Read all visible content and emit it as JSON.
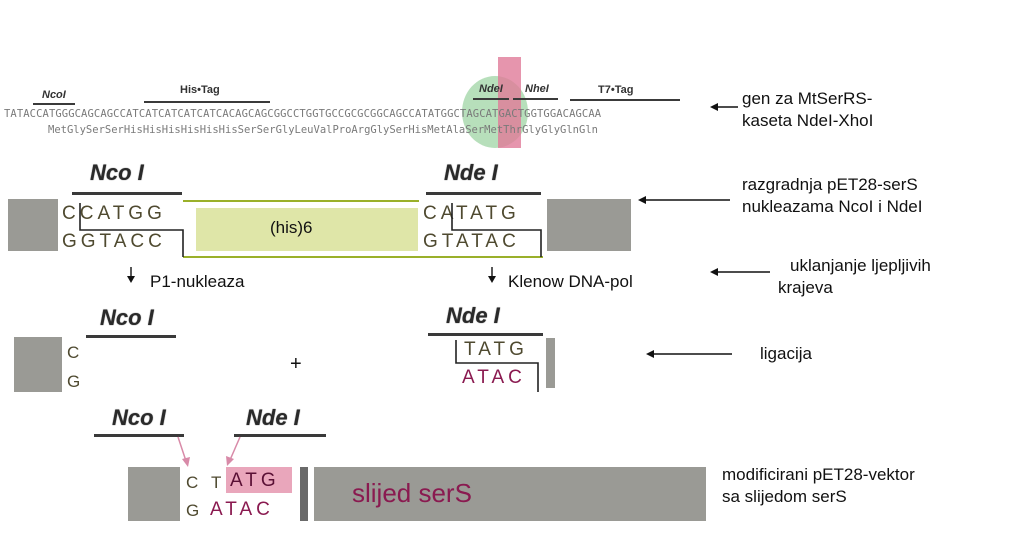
{
  "top_sequence": {
    "tags": {
      "ncoi": "NcoI",
      "histag": "His•Tag",
      "ndei": "NdeI",
      "nhei": "NheI",
      "t7tag": "T7•Tag"
    },
    "dna": "TATACCATGGGCAGCAGCCATCATCATCATCATCACAGCAGCGGCCTGGTGCCGCGCGGCAGCCATATGGCTAGCATGACTGGTGGACAGCAA",
    "protein": "MetGlySerSerHisHisHisHisHisHisSerSerGlyLeuValProArgGlySerHisMetAlaSerMetThrGlyGlyGlnGln",
    "highlight_green": "#9fd4a4",
    "highlight_pink": "#e07a98"
  },
  "labels": {
    "gene_line1": "gen za MtSerRS-",
    "gene_line2": "kaseta NdeI-XhoI",
    "digest_line1": "razgradnja pET28-serS",
    "digest_line2": "nukleazama NcoI i NdeI",
    "removal_line1": "uklanjanje  ljepljivih",
    "removal_line2": "krajeva",
    "ligation": "ligacija",
    "modified_line1": "modificirani pET28-vektor",
    "modified_line2": "sa slijedom serS"
  },
  "digest": {
    "ncoi": "Nco I",
    "ndei": "Nde I",
    "ncoi_top": "CCATGG",
    "ncoi_bottom": "GGTACC",
    "ndei_top": "CATATG",
    "ndei_bottom": "GTATAC",
    "his6": "(his)6",
    "his_color": "#dfe6a8"
  },
  "steps": {
    "p1": "P1-nukleaza",
    "klenow": "Klenow DNA-pol",
    "plus": "+"
  },
  "ends": {
    "ncoi": "Nco I",
    "ndei": "Nde I",
    "c": "C",
    "g": "G",
    "tatg": "TATG",
    "atac": "ATAC"
  },
  "product": {
    "ncoi": "Nco I",
    "ndei": "Nde I",
    "c": "C",
    "g": "G",
    "t": "T",
    "atg": "ATG",
    "atac": "ATAC",
    "insert": "slijed serS",
    "insert_color": "#8a1a50"
  }
}
